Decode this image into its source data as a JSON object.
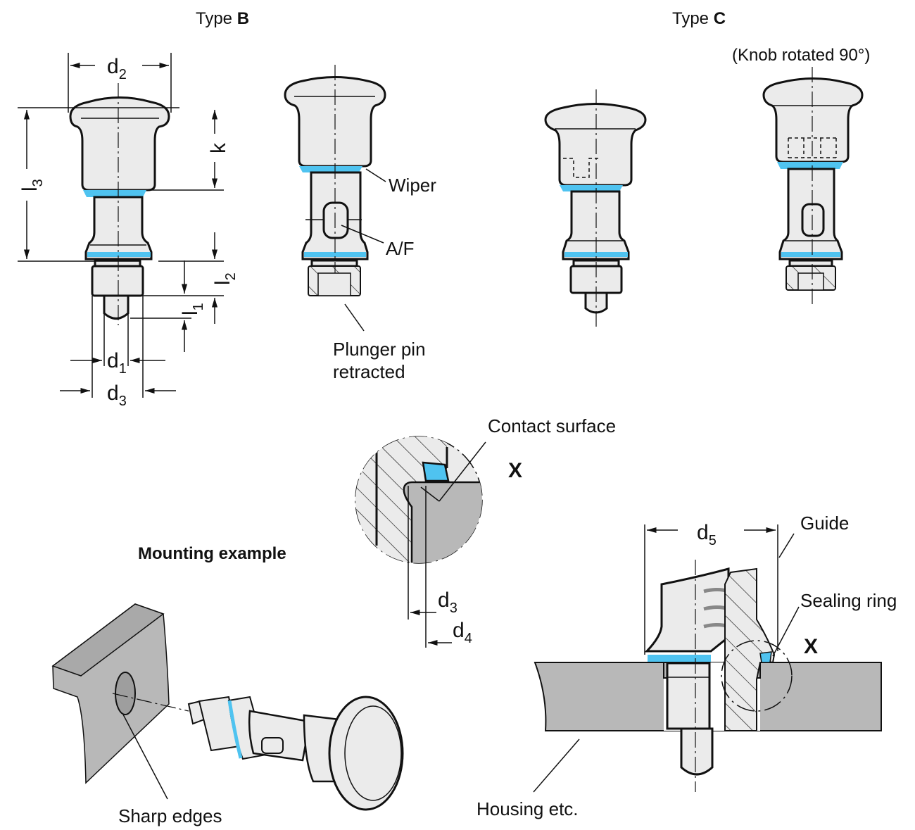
{
  "colors": {
    "seal": "#4fc3f0",
    "part": "#ebebeb",
    "housing": "#b8b8b8",
    "line": "#111111"
  },
  "type_b": {
    "title_prefix": "Type ",
    "title_letter": "B"
  },
  "type_c": {
    "title_prefix": "Type ",
    "title_letter": "C",
    "note": "(Knob rotated 90°)"
  },
  "dimensions": {
    "d2": {
      "base": "d",
      "sub": "2"
    },
    "k": {
      "base": "k"
    },
    "l3": {
      "base": "l",
      "sub": "3"
    },
    "l2": {
      "base": "l",
      "sub": "2"
    },
    "l1": {
      "base": "l",
      "sub": "1"
    },
    "d1": {
      "base": "d",
      "sub": "1"
    },
    "d3": {
      "base": "d",
      "sub": "3"
    },
    "d4": {
      "base": "d",
      "sub": "4"
    },
    "d5": {
      "base": "d",
      "sub": "5"
    }
  },
  "callouts": {
    "wiper": "Wiper",
    "af": "A/F",
    "plunger_line1": "Plunger pin",
    "plunger_line2": "retracted",
    "contact_surface": "Contact surface",
    "detail_x": "X",
    "guide": "Guide",
    "sealing_ring": "Sealing ring",
    "housing": "Housing etc.",
    "sharp_edges": "Sharp edges"
  },
  "mounting": {
    "title": "Mounting example"
  }
}
